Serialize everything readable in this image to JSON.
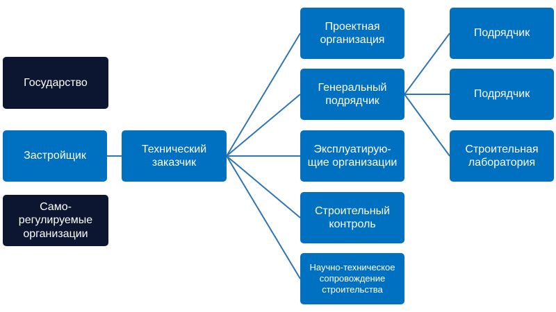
{
  "nodes": {
    "state": "Государство",
    "developer": "Застройщик",
    "sro": "Само-\nрегулируемые\nорганизации",
    "technical_customer": "Технический\nзаказчик",
    "design_org": "Проектная\nорганизация",
    "general_contractor": "Генеральный\nподрядчик",
    "operating_orgs": "Эксплуатирую-\nщие организации",
    "construction_control": "Строительный\nконтроль",
    "scientific_support": "Научно-техническое\nсопровождение\nстроительства",
    "subcontractor_1": "Подрядчик",
    "subcontractor_2": "Подрядчик",
    "construction_lab": "Строительная\nлаборатория"
  },
  "colors": {
    "primary_box": "#0070c0",
    "dark_box": "#0c1631",
    "connector": "#2e75b6",
    "text": "#ffffff"
  }
}
